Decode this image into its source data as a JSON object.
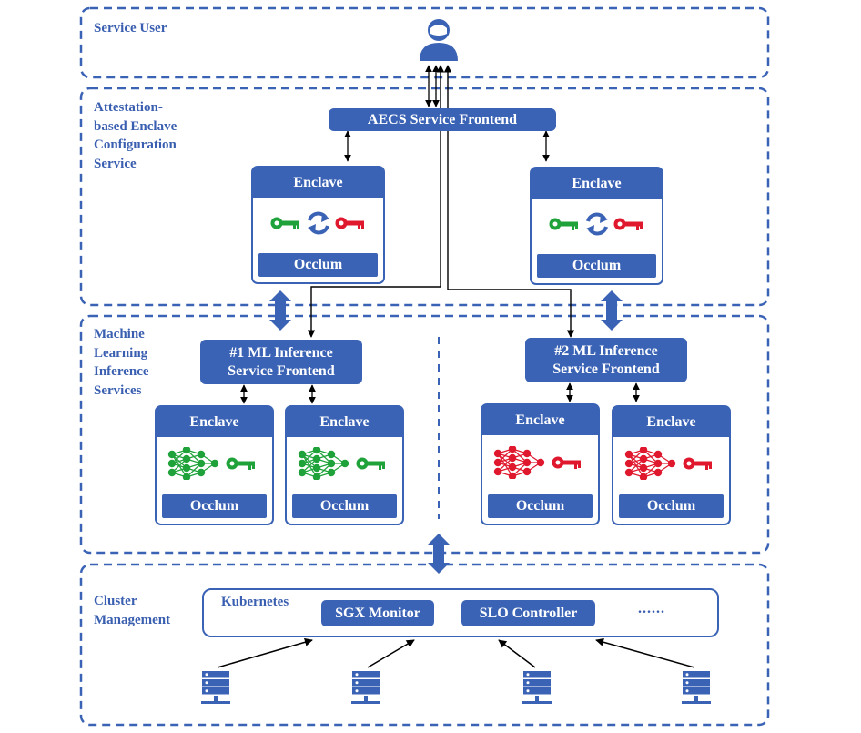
{
  "sections": {
    "service_user": "Service User",
    "aecs": "Attestation-\nbased Enclave\nConfiguration\nService",
    "ml": "Machine\nLearning\nInference\nServices",
    "cluster": "Cluster\nManagement"
  },
  "aecs_frontend": "AECS Service Frontend",
  "aecs_enclaves": [
    {
      "title": "Enclave",
      "footer": "Occlum"
    },
    {
      "title": "Enclave",
      "footer": "Occlum"
    }
  ],
  "ml_frontends": [
    "#1 ML Inference\nService Frontend",
    "#2 ML Inference\nService Frontend"
  ],
  "ml_enclaves": [
    {
      "title": "Enclave",
      "footer": "Occlum",
      "color": "#1fa23a"
    },
    {
      "title": "Enclave",
      "footer": "Occlum",
      "color": "#1fa23a"
    },
    {
      "title": "Enclave",
      "footer": "Occlum",
      "color": "#e0182d"
    },
    {
      "title": "Enclave",
      "footer": "Occlum",
      "color": "#e0182d"
    }
  ],
  "cluster": {
    "platform": "Kubernetes",
    "components": [
      "SGX Monitor",
      "SLO Controller"
    ],
    "more": "......"
  },
  "icons": {
    "user": "user-icon",
    "green_key": "green-key-icon",
    "red_key": "red-key-icon",
    "refresh": "refresh-icon",
    "neural_net": "neural-network-icon",
    "server": "server-icon"
  },
  "colors": {
    "primary": "#3b63b5",
    "green": "#1fa23a",
    "red": "#e0182d"
  }
}
